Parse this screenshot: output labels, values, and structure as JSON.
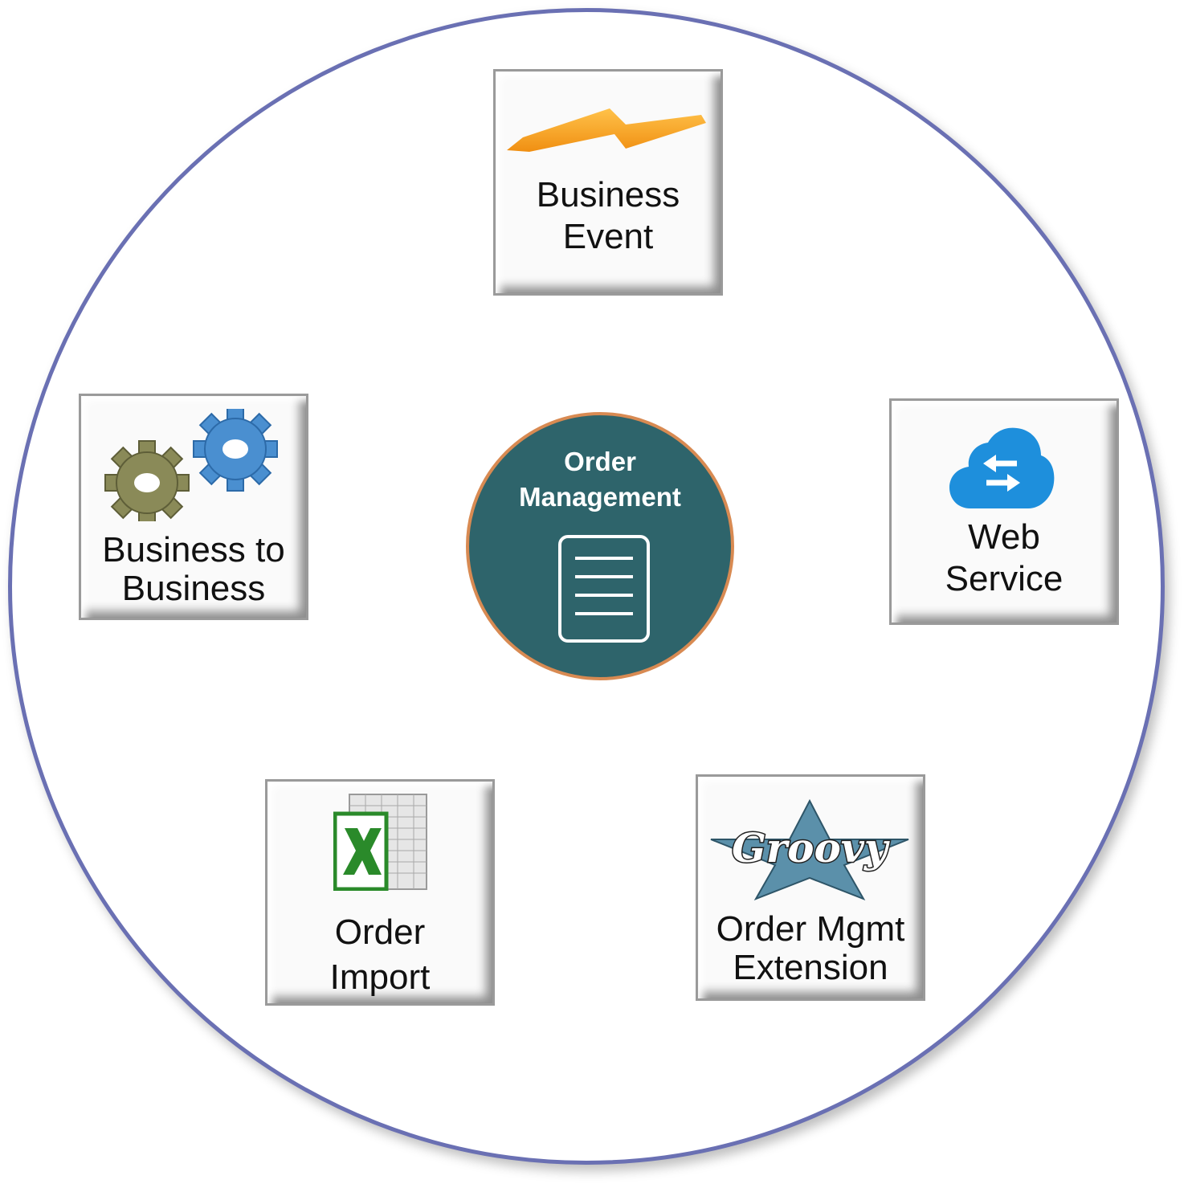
{
  "hub": {
    "title_line1": "Order",
    "title_line2": "Management",
    "icon": "document-icon"
  },
  "nodes": [
    {
      "label_line1": "Business",
      "label_line2": "Event",
      "icon": "lightning-bolt-icon"
    },
    {
      "label_line1": "Web",
      "label_line2": "Service",
      "icon": "cloud-transfer-icon"
    },
    {
      "label_line1": "Order Mgmt",
      "label_line2": "Extension",
      "icon": "groovy-star-icon",
      "icon_text": "Groovy"
    },
    {
      "label_line1": "Order",
      "label_line2": "Import",
      "icon": "spreadsheet-excel-icon"
    },
    {
      "label_line1": "Business to",
      "label_line2": "Business",
      "icon": "gears-icon"
    }
  ],
  "colors": {
    "ring": "#6a70b3",
    "hub_fill": "#2e646b",
    "hub_border": "#d88a52",
    "bolt": "#f7a823",
    "cloud": "#1e8fdc",
    "gear_olive": "#8a8a58",
    "gear_blue": "#4a8fd0",
    "excel_green": "#2a8a2a",
    "groovy_star": "#5b90aa"
  }
}
